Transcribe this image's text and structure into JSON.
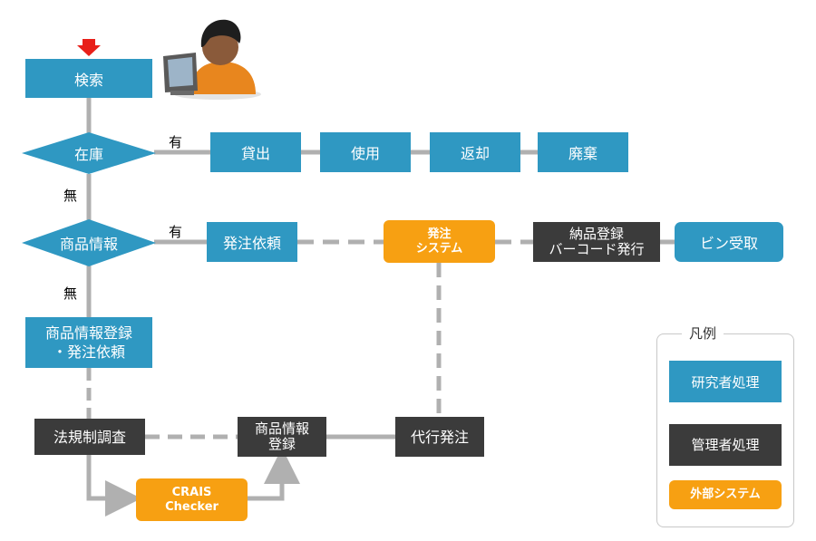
{
  "nodes": {
    "search": "検索",
    "stock": "在庫",
    "lend": "貸出",
    "use": "使用",
    "return": "返却",
    "dispose": "廃棄",
    "product_info": "商品情報",
    "order_request": "発注依頼",
    "order_system": "発注\nシステム",
    "delivery_register": "納品登録\nバーコード発行",
    "bottle_receipt": "ビン受取",
    "register_order": "商品情報登録\n・発注依頼",
    "regulation_check": "法規制調査",
    "product_info_register": "商品情報\n登録",
    "proxy_order": "代行発注",
    "crais_checker": "CRAIS\nChecker"
  },
  "labels": {
    "yes_stock": "有",
    "no_stock": "無",
    "yes_info": "有",
    "no_info": "無"
  },
  "legend": {
    "title": "凡例",
    "researcher": "研究者処理",
    "manager": "管理者処理",
    "external": "外部システム"
  },
  "colors": {
    "researcher": "#2f98c2",
    "manager": "#3b3b3b",
    "external": "#f7a012",
    "connector": "#b0b0b0",
    "start_marker": "#e8201a"
  },
  "icons": {
    "start": "red-down-arrow-icon",
    "user": "researcher-at-computer-icon"
  }
}
